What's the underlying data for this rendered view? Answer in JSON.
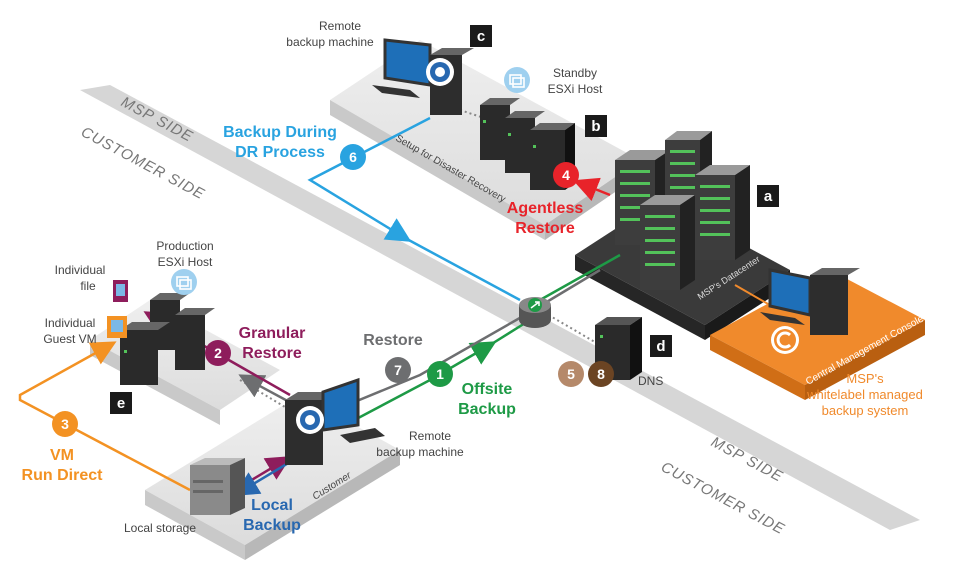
{
  "sides": {
    "msp_side": "MSP SIDE",
    "customer_side": "CUSTOMER SIDE"
  },
  "labels": {
    "remote_backup_top": [
      "Remote",
      "backup machine"
    ],
    "standby_esxi": [
      "Standby",
      "ESXi Host"
    ],
    "setup_dr": "Setup for Disaster Recovery",
    "msp_datacenter": "MSP's Datacenter",
    "production_esxi": [
      "Production",
      "ESXi Host"
    ],
    "individual_file": [
      "Individual",
      "file"
    ],
    "individual_vm": [
      "Individual",
      "Guest VM"
    ],
    "remote_backup_bottom": [
      "Remote",
      "backup machine"
    ],
    "customer": "Customer",
    "local_storage": "Local storage",
    "dns": "DNS",
    "central_console": "Central Management Console",
    "whitelabel": [
      "MSP's",
      "whitelabel managed",
      "backup system"
    ]
  },
  "tags": {
    "a": "a",
    "b": "b",
    "c": "c",
    "d": "d",
    "e": "e"
  },
  "flows": {
    "backup_during_dr": [
      "Backup During",
      "DR Process"
    ],
    "agentless_restore": [
      "Agentless",
      "Restore"
    ],
    "granular_restore": [
      "Granular",
      "Restore"
    ],
    "restore": "Restore",
    "offsite_backup": [
      "Offsite",
      "Backup"
    ],
    "vm_run_direct": [
      "VM",
      "Run Direct"
    ],
    "local_backup": [
      "Local",
      "Backup"
    ]
  },
  "steps": [
    "1",
    "2",
    "3",
    "4",
    "5",
    "6",
    "7",
    "8"
  ],
  "colors": {
    "blue": "#29a3e0",
    "red": "#e8232a",
    "purple": "#8e1d5c",
    "gray": "#6d6e70",
    "green": "#1e9a46",
    "orange": "#f39223",
    "navy": "#2868b0",
    "tan": "#b5896a",
    "brown": "#6b4423",
    "console": "#f08a2c"
  },
  "icons": [
    "monitor-icon",
    "server-icon",
    "router-icon",
    "storage-icon",
    "file-icon",
    "vm-icon"
  ]
}
